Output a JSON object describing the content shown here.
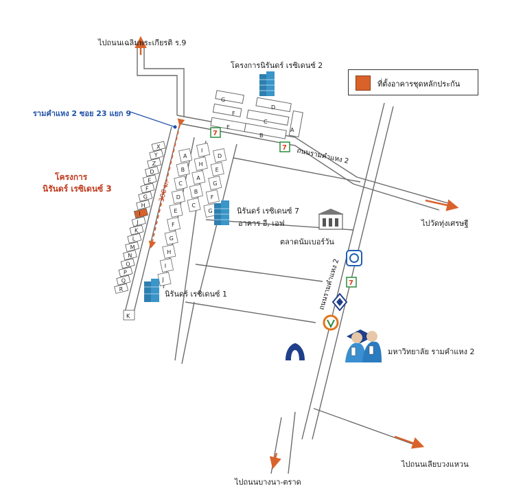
{
  "legend": {
    "label": "ที่ตั้งอาคารชุดหลักประกัน",
    "color": "#d9622b"
  },
  "labels": {
    "to_chalerm": "ไปถนนเฉลิมพระเกียรติ ร.9",
    "project_residence2": "โครงการนิรันดร์ เรซิเดนซ์ 2",
    "soi_label": "รามคำแหง 2 ซอย 23 แยก 9",
    "project3_line1": "โครงการ",
    "project3_line2": "นิรันดร์ เรซิเดนซ์ 3",
    "distance": "300 ม.",
    "road_ramkhamhaeng2": "ถนนรามคำแหง 2",
    "road_ramkhamhaeng2_b": "ถนนรามคำแหง 2",
    "to_wat": "ไปวัดทุ่งเศรษฐี",
    "residence7_line1": "นิรันดร์ เรซิเดนซ์ 7",
    "residence7_line2": "อาคาร อี, เอฟ",
    "market": "ตลาดนัมเบอร์วัน",
    "residence1": "นิรันดร์ เรซิเดนซ์ 1",
    "university": "มหาวิทยาลัย รามคำแหง 2",
    "to_bangna": "ไปถนนบางนา-ตราด",
    "to_ring": "ไปถนนเลียบวงแหวน"
  },
  "project2_buildings": [
    "G",
    "D",
    "F",
    "C",
    "E",
    "B",
    "A"
  ],
  "project3_buildings": [
    "X",
    "Y",
    "Z",
    "D",
    "E",
    "F",
    "G",
    "H",
    "I",
    "J",
    "K",
    "L",
    "M",
    "N",
    "O",
    "P",
    "Q",
    "R"
  ],
  "project3_collateral": "I",
  "project3_extra": "K",
  "residence1_buildings": [
    "A",
    "B",
    "C",
    "D",
    "E",
    "F",
    "G",
    "H",
    "I",
    "J",
    "I",
    "H",
    "A",
    "B",
    "C",
    "D",
    "E",
    "G",
    "F",
    "G"
  ],
  "icons": [
    "building-icon",
    "seven-eleven-icon",
    "bank-icon",
    "temple-icon",
    "university-icon",
    "market-icon"
  ],
  "colors": {
    "road": "#6b6b6b",
    "arrow": "#d9622b",
    "dashed": "#d9622b",
    "building": "#ffffff"
  }
}
